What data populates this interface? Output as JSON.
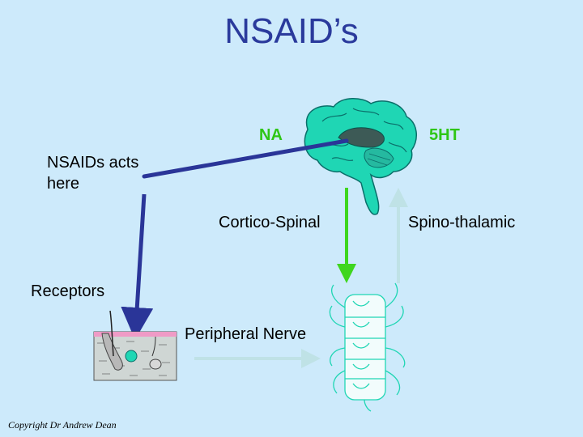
{
  "title": "NSAID’s",
  "labels": {
    "nsaids": "NSAIDs acts here",
    "na": "NA",
    "ht5": "5HT",
    "cortico": "Cortico-Spinal",
    "spino": "Spino-thalamic",
    "receptors": "Receptors",
    "peripheral": "Peripheral Nerve"
  },
  "footer": "Copyright Dr Andrew Dean",
  "colors": {
    "background": "#cdeafb",
    "title": "#2a3a9c",
    "pathway": "#2a3598",
    "descending": "#3fd61e",
    "ascending": "#bfe2e6",
    "brain": "#1fd6b4",
    "label_accent": "#2ec616"
  }
}
